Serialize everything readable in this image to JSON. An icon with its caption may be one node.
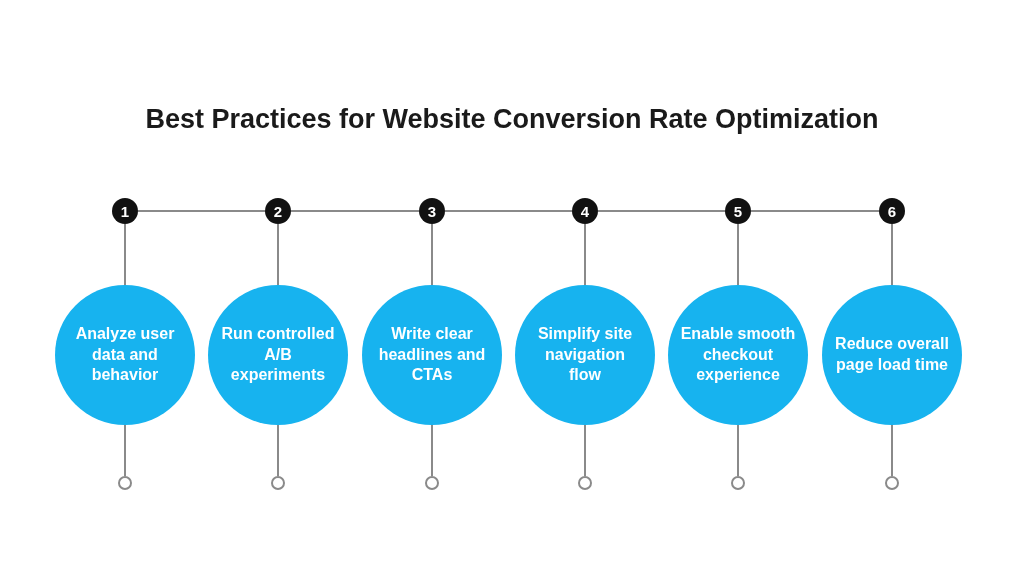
{
  "diagram": {
    "title": "Best Practices for Website Conversion Rate Optimization",
    "nodes": [
      {
        "text": [
          "1"
        ]
      },
      {
        "text": [
          "2"
        ]
      },
      {
        "text": [
          "3"
        ]
      },
      {
        "text": [
          "4"
        ]
      },
      {
        "text": [
          "5"
        ]
      },
      {
        "text": [
          "6"
        ]
      },
      {
        "text": [
          "Analyze user data and behavior"
        ]
      },
      {
        "text": [
          "Run controlled A/B experiments"
        ]
      },
      {
        "text": [
          "Write clear headlines and CTAs"
        ]
      },
      {
        "text": [
          "Simplify site navigation flow"
        ]
      },
      {
        "text": [
          "Enable smooth checkout experience"
        ]
      },
      {
        "text": [
          "Reduce overall page load time"
        ]
      },
      {
        "text": [],
        "shape": "circle"
      },
      {
        "text": [],
        "shape": "circle"
      },
      {
        "text": [],
        "shape": "circle"
      },
      {
        "text": [],
        "shape": "circle"
      },
      {
        "text": [],
        "shape": "circle"
      },
      {
        "text": [],
        "shape": "circle"
      }
    ],
    "edges": [
      {
        "from": 0,
        "to": 1,
        "arrow": "none"
      },
      {
        "from": 1,
        "to": 2,
        "arrow": "none"
      },
      {
        "from": 2,
        "to": 3,
        "arrow": "none"
      },
      {
        "from": 3,
        "to": 4,
        "arrow": "none"
      },
      {
        "from": 4,
        "to": 5,
        "arrow": "none"
      },
      {
        "from": 0,
        "to": 6,
        "arrow": "none"
      },
      {
        "from": 1,
        "to": 7,
        "arrow": "none"
      },
      {
        "from": 2,
        "to": 8,
        "arrow": "none"
      },
      {
        "from": 3,
        "to": 9,
        "arrow": "none"
      },
      {
        "from": 4,
        "to": 10,
        "arrow": "none"
      },
      {
        "from": 5,
        "to": 11,
        "arrow": "none"
      },
      {
        "from": 6,
        "to": 12,
        "arrow": "none"
      },
      {
        "from": 7,
        "to": 13,
        "arrow": "none"
      },
      {
        "from": 8,
        "to": 14,
        "arrow": "none"
      },
      {
        "from": 9,
        "to": 15,
        "arrow": "none"
      },
      {
        "from": 10,
        "to": 16,
        "arrow": "none"
      },
      {
        "from": 11,
        "to": 17,
        "arrow": "none"
      }
    ]
  }
}
